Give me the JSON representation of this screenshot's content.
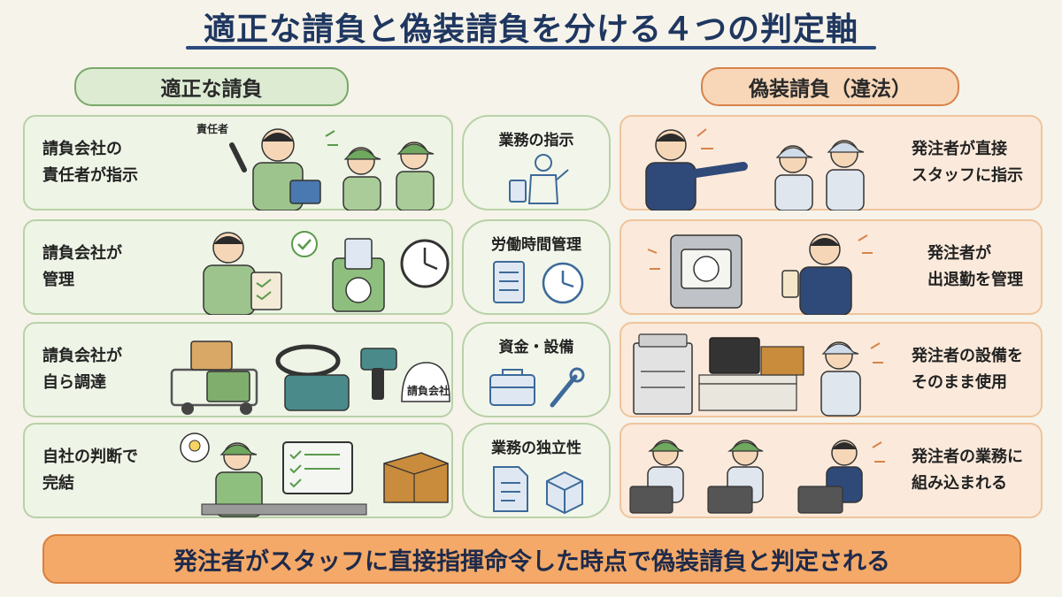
{
  "title": "適正な請負と偽装請負を分ける４つの判定軸",
  "left_header": "適正な請負",
  "right_header": "偽装請負（違法）",
  "rows": [
    {
      "axis": "業務の指示",
      "proper": "請負会社の\n責任者が指示",
      "proper_tag": "責任者",
      "fake": "発注者が直接\nスタッフに指示"
    },
    {
      "axis": "労働時間管理",
      "proper": "請負会社が\n管理",
      "fake": "発注者が\n出退勤を管理"
    },
    {
      "axis": "資金・設備",
      "proper": "請負会社が\n自ら調達",
      "proper_tag": "請負会社",
      "fake": "発注者の設備を\nそのまま使用"
    },
    {
      "axis": "業務の独立性",
      "proper": "自社の判断で\n完結",
      "fake": "発注者の業務に\n組み込まれる"
    }
  ],
  "conclusion": "発注者がスタッフに直接指揮命令した時点で偽装請負と判定される",
  "icons": [
    "person-with-clipboard-icon",
    "clock-icon",
    "toolbox-icon",
    "wrench-icon",
    "document-icon",
    "box-icon"
  ],
  "colors": {
    "green": "#7aa86a",
    "orange": "#d9824a",
    "navy": "#1f3760"
  }
}
